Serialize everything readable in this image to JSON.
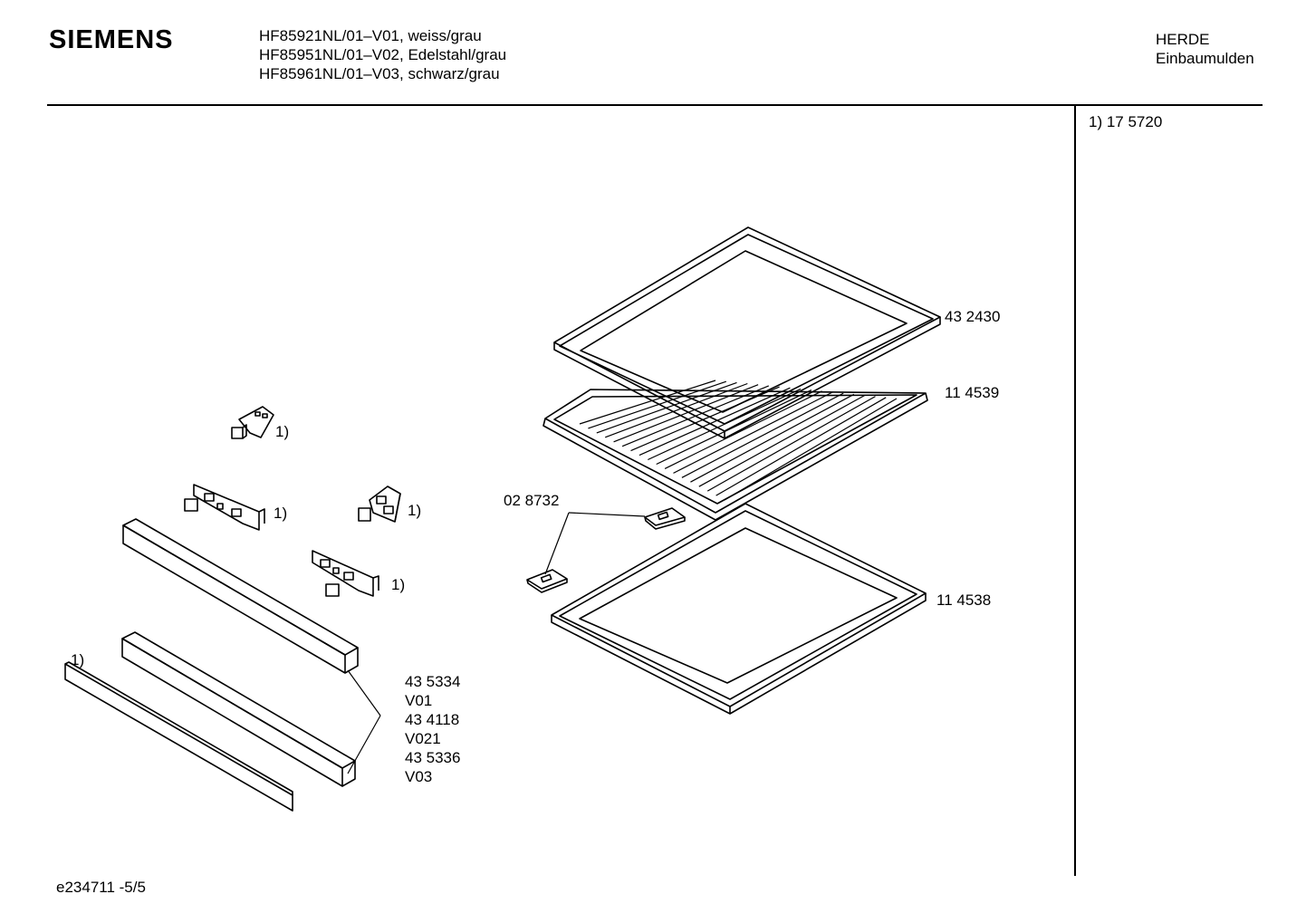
{
  "header": {
    "brand": "SIEMENS",
    "models": [
      "HF85921NL/01–V01, weiss/grau",
      "HF85951NL/01–V02, Edelstahl/grau",
      "HF85961NL/01–V03, schwarz/grau"
    ],
    "category": [
      "HERDE",
      "Einbaumulden"
    ]
  },
  "side_panel": {
    "footnote": "1)  17 5720"
  },
  "footer": {
    "doc_id": "e234711 -5/5"
  },
  "parts": {
    "baking_tray": "43 2430",
    "grid_shelf": "11 4539",
    "clip": "02 8732",
    "universal_pan": "11 4538",
    "trim_list": [
      "43 5334",
      "V01",
      "43 4118",
      "V021",
      "43 5336",
      "V03"
    ]
  },
  "footnote_markers": {
    "bracket_top": "1)",
    "bracket_left": "1)",
    "bracket_right": "1)",
    "bracket_lower": "1)",
    "strip": "1)"
  }
}
